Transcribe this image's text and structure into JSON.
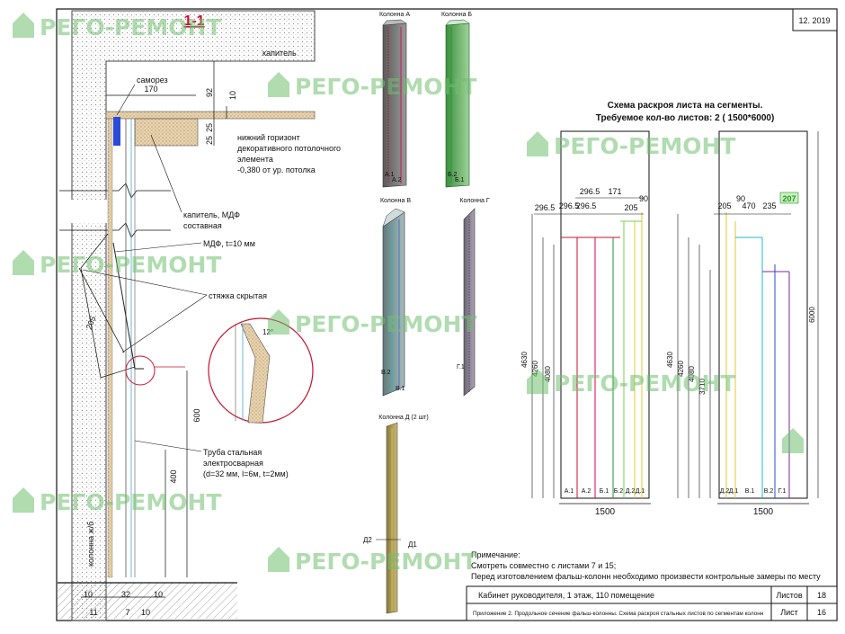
{
  "date_stamp": "12. 2019",
  "watermark": "РЕГО-РЕМОНТ",
  "section": {
    "title": "1-1",
    "labels": {
      "kapitel": "капитель",
      "samorez": "саморез",
      "horizon1": "нижний горизонт",
      "horizon2": "декоративного потолочного",
      "horizon3": "элемента",
      "horizon4": "-0,380 от ур. потолка",
      "kapitel_mdf1": "капитель, МДФ",
      "kapitel_mdf2": "составная",
      "mdf": "МДФ, t=10 мм",
      "styazhka": "стяжка скрытая",
      "angle": "12°",
      "truba1": "Труба стальная",
      "truba2": "электросварная",
      "truba3": "(d=32 мм, l=6м, t=2мм)",
      "kolonna_zhb": "колонна ж/б"
    },
    "dims": {
      "d170": "170",
      "d92": "92",
      "d10top": "10",
      "d25a": "25",
      "d25b": "25",
      "d205": "205",
      "d600": "600",
      "d400": "400",
      "b10a": "10",
      "b32": "32",
      "b10b": "10",
      "b11": "11",
      "b7": "7",
      "b10c": "10"
    }
  },
  "columns": {
    "a": {
      "title": "Колонна А",
      "l1": "А.1",
      "l2": "А.2"
    },
    "b": {
      "title": "Колонна Б",
      "l1": "Б.2",
      "l2": "Б.1"
    },
    "v": {
      "title": "Колонна В",
      "l1": "В.2",
      "l2": "В.1"
    },
    "g": {
      "title": "Колонна Г",
      "l1": "Г.1"
    },
    "d": {
      "title": "Колонна Д (2 шт)",
      "l1": "Д2",
      "l2": "Д1"
    }
  },
  "scheme": {
    "title1": "Схема раскроя листа на сегменты.",
    "title2": "Требуемое кол-во листов: 2 ( 1500*6000)",
    "sheet1": {
      "top_dims": [
        "296.5",
        "296.5",
        "171",
        "90"
      ],
      "mid_dims": [
        "296.5",
        "296.5",
        "205"
      ],
      "heights": [
        "4630",
        "4260",
        "4080"
      ],
      "bottom_labels": [
        "А.1",
        "А.2",
        "Б.1",
        "Б.2",
        "Д.2",
        "Д.1"
      ],
      "width": "1500"
    },
    "sheet2": {
      "top_dims": [
        "90",
        "207"
      ],
      "mid_dims": [
        "205",
        "470",
        "235"
      ],
      "heights": [
        "4630",
        "4260",
        "4080",
        "3710"
      ],
      "bottom_labels": [
        "Д.2",
        "Д.1",
        "В.1",
        "В.2",
        "Г.1"
      ],
      "width": "1500",
      "total_height": "6000"
    }
  },
  "notes": {
    "heading": "Примечание:",
    "line1": "Смотреть совместно с листами 7 и 15;",
    "line2": "Перед изготовлением фальш-колонн необходимо произвести контрольные замеры по месту"
  },
  "stamp": {
    "row1_text": "Кабинет руководителя, 1 этаж, 110 помещение",
    "row1_label": "Листов",
    "row1_value": "18",
    "row2_text": "Приложение 2. Продольное сечение фальш-колонны. Схема раскроя стальных листов по сегментам колонн",
    "row2_label": "Лист",
    "row2_value": "16"
  },
  "colors": {
    "red": "#c8102e",
    "pink": "#d9004c",
    "green": "#1a9a2a",
    "lime": "#7ad04f",
    "yellow": "#e6c833",
    "cyan": "#22b8c8",
    "blue": "#1f4fd6",
    "purple": "#7a2a9a",
    "watermark": "#6fc06f"
  }
}
